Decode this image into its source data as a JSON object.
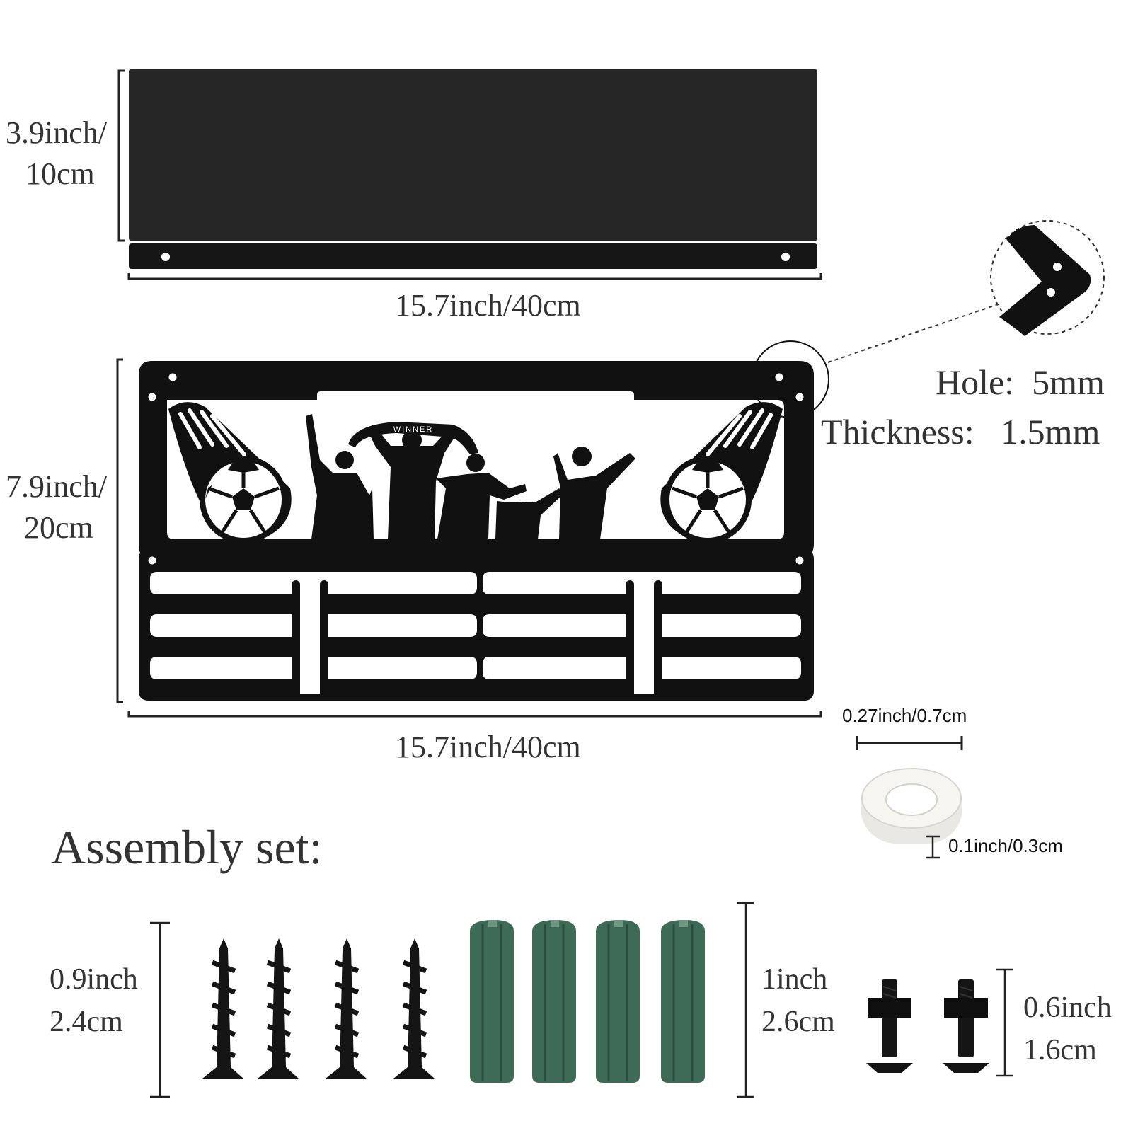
{
  "shelf": {
    "height_line1": "3.9inch/",
    "height_line2": "10cm",
    "width": "15.7inch/40cm"
  },
  "rack": {
    "height_line1": "7.9inch/",
    "height_line2": "20cm",
    "width": "15.7inch/40cm",
    "banner_text": "WINNER"
  },
  "detail": {
    "hole": "Hole:  5mm",
    "thickness": "Thickness:   1.5mm"
  },
  "washer": {
    "diameter": "0.27inch/0.7cm",
    "thickness": "0.1inch/0.3cm"
  },
  "assembly": {
    "title": "Assembly set:",
    "screws_line1": "0.9inch",
    "screws_line2": "2.4cm",
    "anchors_line1": "1inch",
    "anchors_line2": "2.6cm",
    "bolts_line1": "0.6inch",
    "bolts_line2": "1.6cm"
  },
  "colors": {
    "metal": "#1a1a1a",
    "anchor": "#3e6b55",
    "washer": "#f2f2ee"
  }
}
